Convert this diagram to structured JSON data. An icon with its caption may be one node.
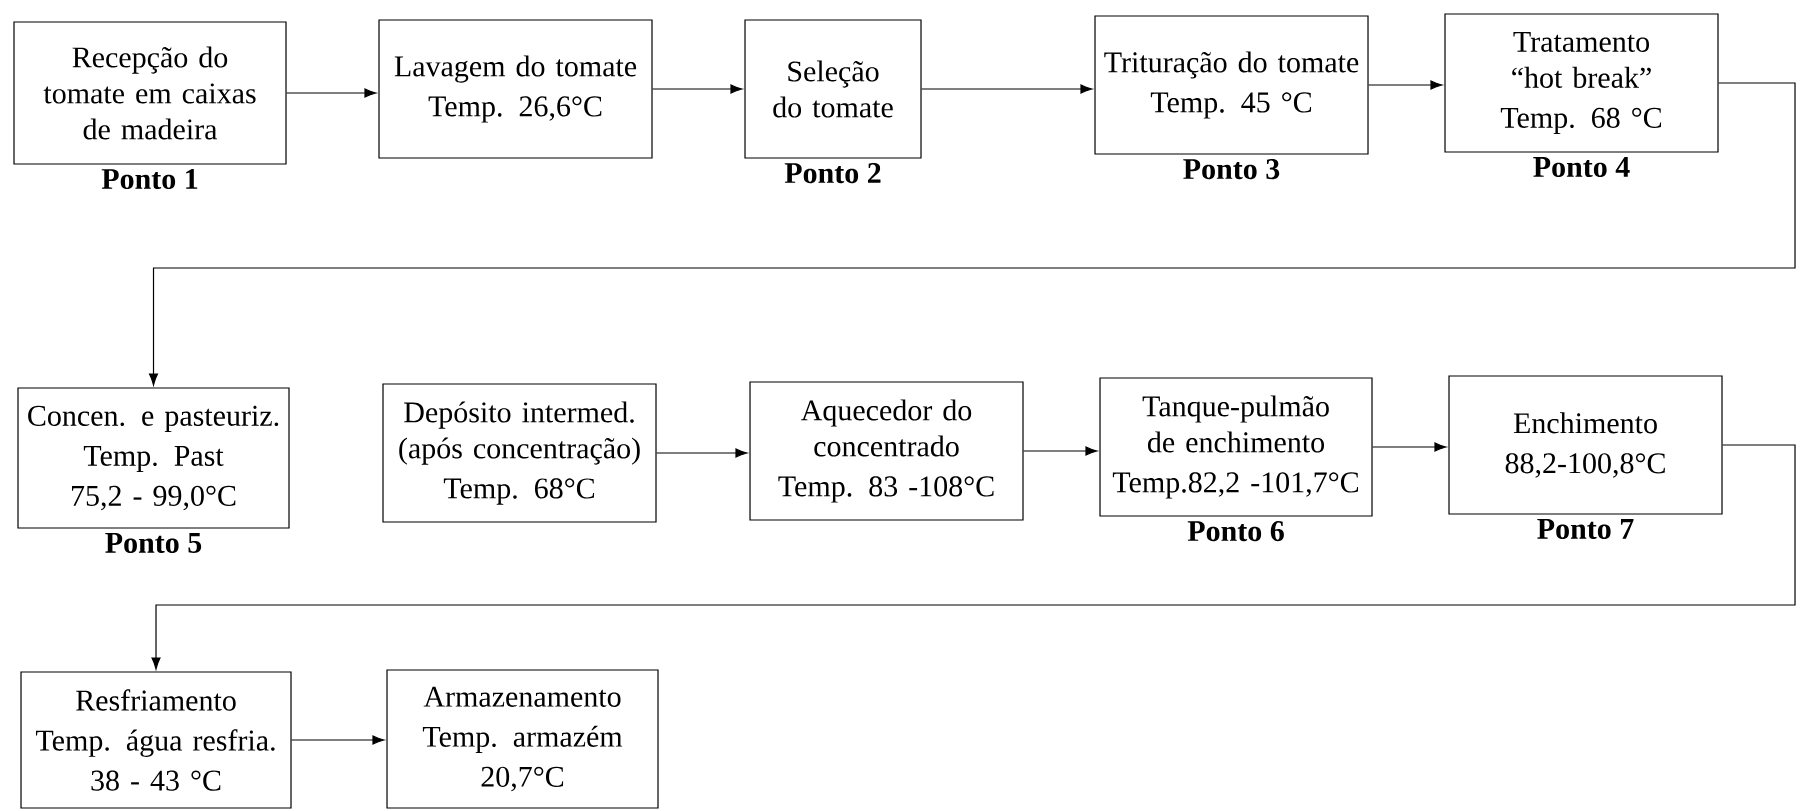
{
  "diagram": {
    "nodes": [
      {
        "text": [
          "Recepção do tomate em caixas de madeira"
        ],
        "beside": [
          "Ponto 1"
        ]
      },
      {
        "text": [
          "Lavagem do tomate",
          "Temp. 26,6°C"
        ]
      },
      {
        "text": [
          "Seleção do tomate"
        ],
        "beside": [
          "Ponto 2"
        ]
      },
      {
        "text": [
          "Trituração do tomate",
          "Temp. 45 °C"
        ],
        "beside": [
          "Ponto 3"
        ]
      },
      {
        "text": [
          "Tratamento “hot break”",
          "Temp. 68 °C"
        ],
        "beside": [
          "Ponto 4"
        ]
      },
      {
        "text": [
          "Concen. e pasteuriz.",
          "Temp. Past",
          "75,2 - 99,0°C"
        ],
        "beside": [
          "Ponto 5"
        ]
      },
      {
        "text": [
          "Depósito intermed. (após concentração)",
          "Temp. 68°C"
        ]
      },
      {
        "text": [
          "Aquecedor do concentrado",
          "Temp. 83 -108°C"
        ]
      },
      {
        "text": [
          "Tanque-pulmão de enchimento",
          "Temp.82,2 -101,7°C"
        ],
        "beside": [
          "Ponto 6"
        ]
      },
      {
        "text": [
          "Enchimento",
          "88,2-100,8°C"
        ],
        "beside": [
          "Ponto 7"
        ]
      },
      {
        "text": [
          "Resfriamento",
          "Temp. água resfria.",
          "38 - 43 °C"
        ]
      },
      {
        "text": [
          "Armazenamento",
          "Temp. armazém",
          "20,7°C"
        ]
      }
    ],
    "edges": [
      {
        "from": 0,
        "to": 1,
        "arrow": "to"
      },
      {
        "from": 1,
        "to": 2,
        "arrow": "to"
      },
      {
        "from": 2,
        "to": 3,
        "arrow": "to"
      },
      {
        "from": 3,
        "to": 4,
        "arrow": "to"
      },
      {
        "from": 4,
        "to": 5,
        "arrow": "to"
      },
      {
        "from": 6,
        "to": 7,
        "arrow": "to"
      },
      {
        "from": 7,
        "to": 8,
        "arrow": "to"
      },
      {
        "from": 8,
        "to": 9,
        "arrow": "to"
      },
      {
        "from": 9,
        "to": 10,
        "arrow": "to"
      },
      {
        "from": 10,
        "to": 11,
        "arrow": "to"
      }
    ]
  }
}
